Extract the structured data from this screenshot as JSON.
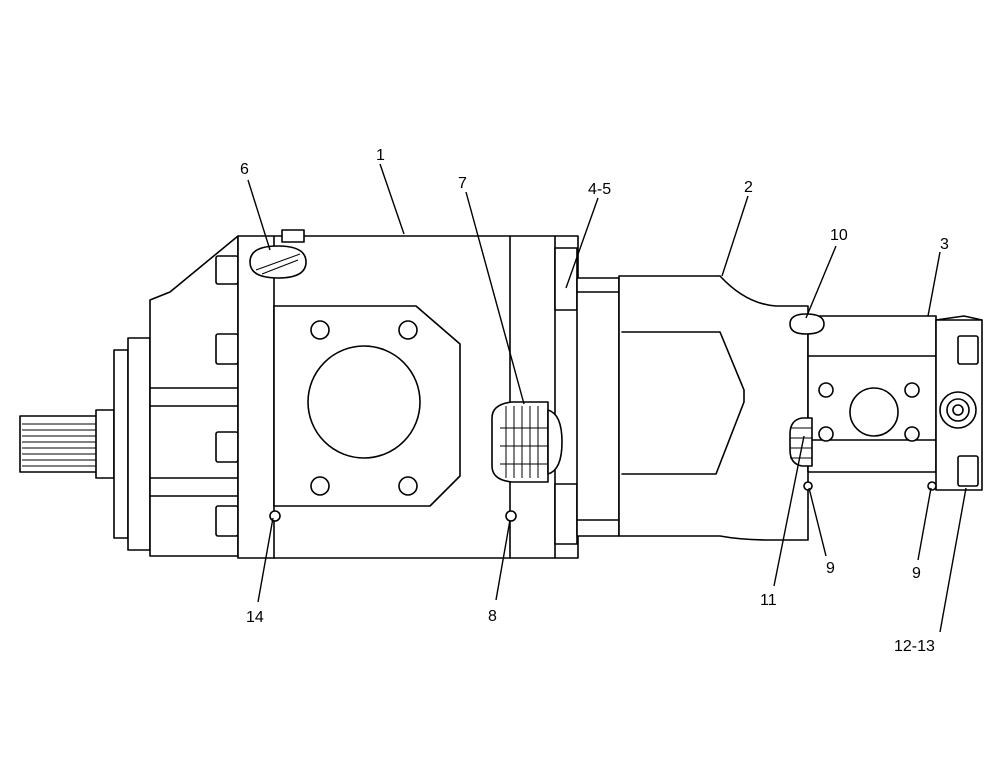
{
  "diagram": {
    "labels": {
      "c1": "1",
      "c2": "2",
      "c3": "3",
      "c4_5": "4-5",
      "c6": "6",
      "c7": "7",
      "c8": "8",
      "c9a": "9",
      "c9b": "9",
      "c10": "10",
      "c11": "11",
      "c12_13": "12-13",
      "c14": "14"
    }
  }
}
